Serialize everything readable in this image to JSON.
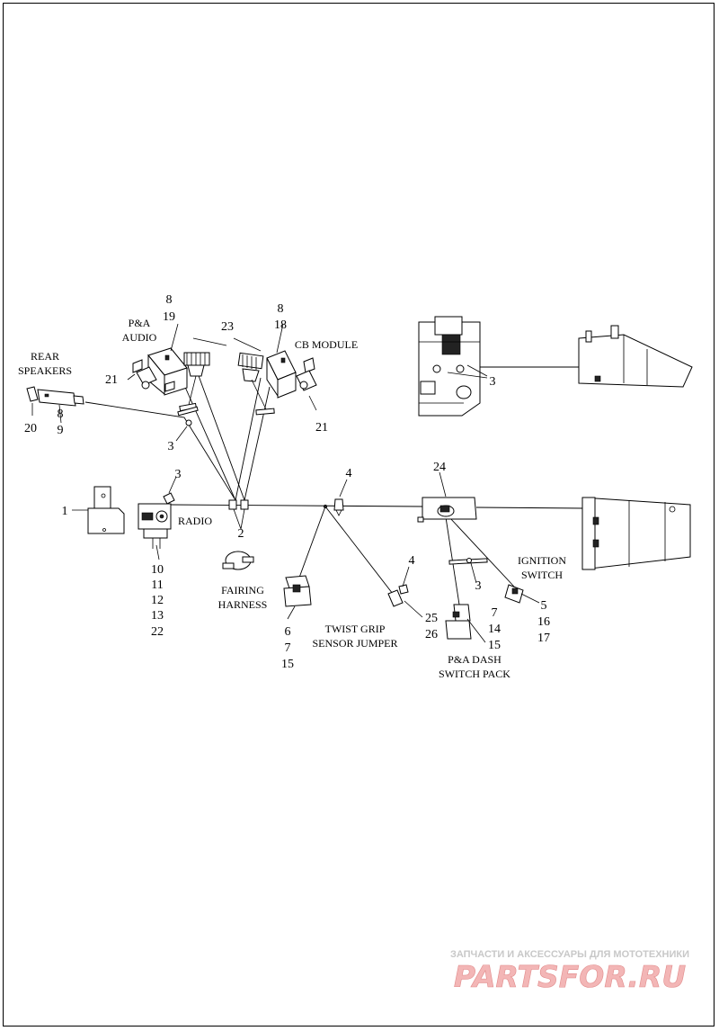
{
  "diagram": {
    "captions": {
      "pa_audio_1": "P&A",
      "pa_audio_2": "AUDIO",
      "rear_speakers_1": "REAR",
      "rear_speakers_2": "SPEAKERS",
      "cb_module": "CB MODULE",
      "radio": "RADIO",
      "fairing_harness_1": "FAIRING",
      "fairing_harness_2": "HARNESS",
      "twist_grip_1": "TWIST GRIP",
      "twist_grip_2": "SENSOR JUMPER",
      "pa_dash_1": "P&A DASH",
      "pa_dash_2": "SWITCH PACK",
      "ignition_1": "IGNITION",
      "ignition_2": "SWITCH"
    },
    "callouts": {
      "c8_audio": "8",
      "c19": "19",
      "c23": "23",
      "c8_cb": "8",
      "c18": "18",
      "c21_left": "21",
      "c21_right": "21",
      "c20": "20",
      "c8_spk": "8",
      "c9": "9",
      "c3_spk": "3",
      "c3_bracket": "3",
      "c3_radio": "3",
      "c1": "1",
      "c2": "2",
      "c4_mid": "4",
      "c24": "24",
      "c10": "10",
      "c11": "11",
      "c12": "12",
      "c13": "13",
      "c22": "22",
      "c6": "6",
      "c7_a": "7",
      "c15_a": "15",
      "c4_tg": "4",
      "c25": "25",
      "c26": "26",
      "c3_dash": "3",
      "c7_b": "7",
      "c14": "14",
      "c15_b": "15",
      "c5": "5",
      "c16": "16",
      "c17": "17"
    }
  },
  "watermark": {
    "subtitle": "ЗАПЧАСТИ И АКСЕССУАРЫ ДЛЯ МОТОТЕХНИКИ",
    "logo": "PARTSFOR.RU"
  }
}
